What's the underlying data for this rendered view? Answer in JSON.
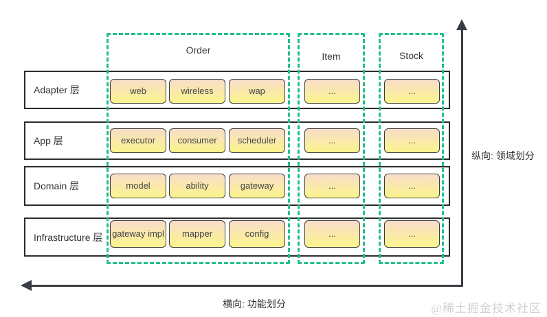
{
  "diagram": {
    "columns": [
      {
        "id": "order",
        "label": "Order"
      },
      {
        "id": "item",
        "label": "Item"
      },
      {
        "id": "stock",
        "label": "Stock"
      }
    ],
    "rows": [
      {
        "label": "Adapter 层",
        "order": [
          "web",
          "wireless",
          "wap"
        ],
        "item": "...",
        "stock": "..."
      },
      {
        "label": "App 层",
        "order": [
          "executor",
          "consumer",
          "scheduler"
        ],
        "item": "...",
        "stock": "..."
      },
      {
        "label": "Domain 层",
        "order": [
          "model",
          "ability",
          "gateway"
        ],
        "item": "...",
        "stock": "..."
      },
      {
        "label": "Infrastructure 层",
        "order": [
          "gateway impl",
          "mapper",
          "config"
        ],
        "item": "...",
        "stock": "..."
      }
    ],
    "axes": {
      "vertical_label": "纵向: 领域划分",
      "horizontal_label": "横向: 功能划分"
    },
    "watermark": "@稀土掘金技术社区",
    "colors": {
      "dashed_column": "#22bf8d",
      "box_gradient_top": "#f8dcca",
      "box_gradient_bottom": "#fbf58c",
      "row_border": "#2b2b2b",
      "arrow": "#383d42",
      "watermark": "#d2d2d2"
    }
  }
}
